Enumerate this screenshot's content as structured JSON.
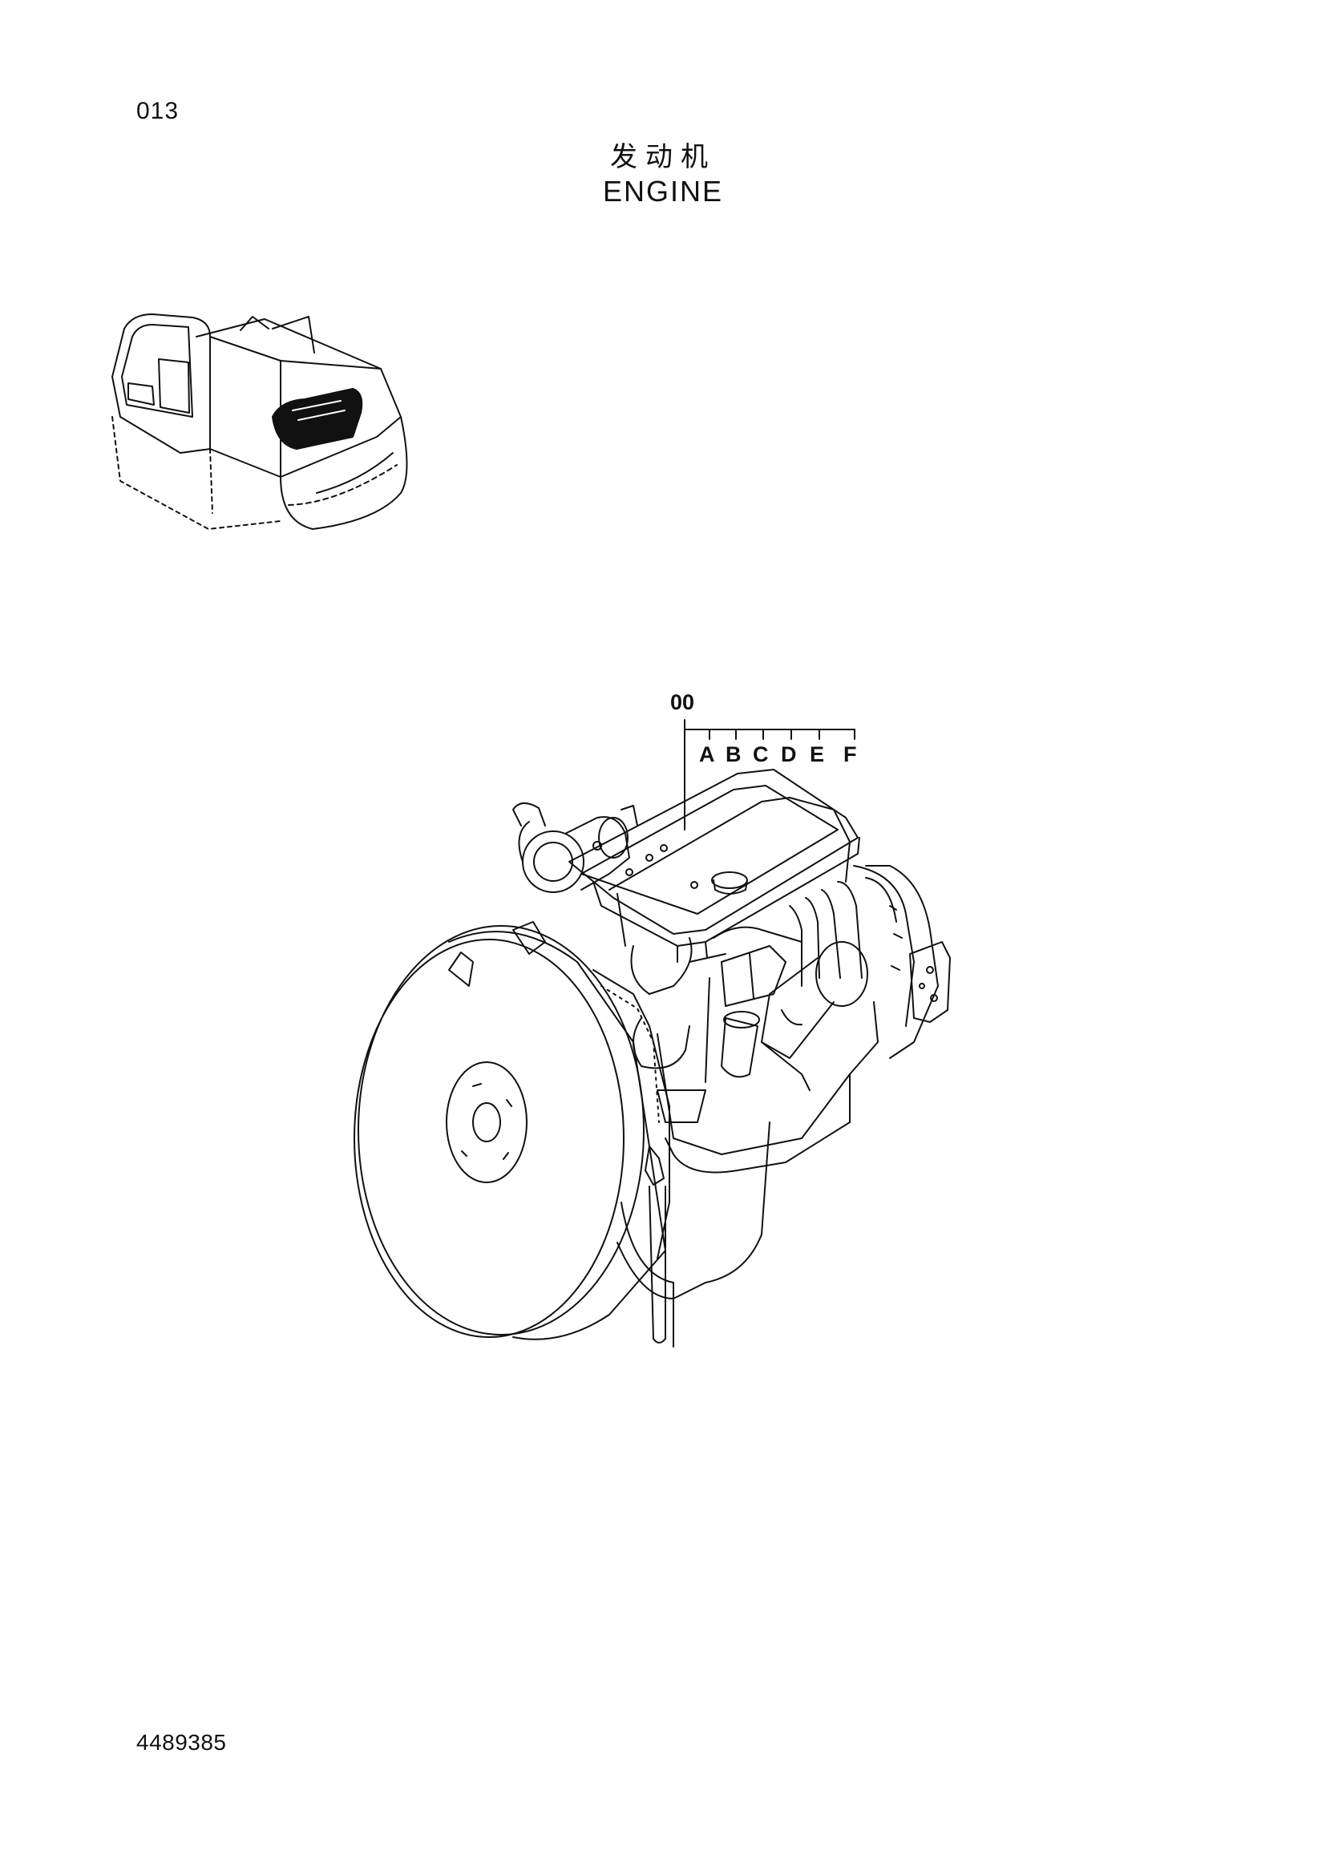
{
  "page_number": "013",
  "title": {
    "zh": "发动机",
    "en": "ENGINE"
  },
  "callouts": {
    "main": "00",
    "variants": [
      "A",
      "B",
      "C",
      "D",
      "E",
      "F"
    ]
  },
  "document_code": "4489385",
  "icons": {
    "locator": "excavator-locator-icon",
    "main": "engine-assembly-illustration"
  }
}
